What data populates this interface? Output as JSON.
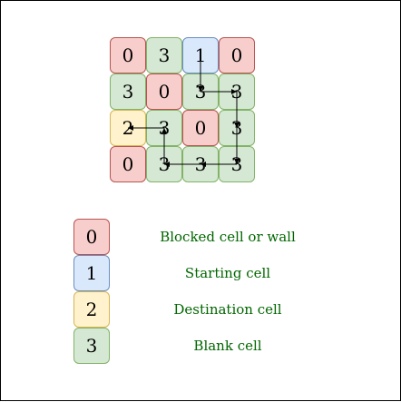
{
  "grid": {
    "rows": [
      [
        "0",
        "3",
        "1",
        "0"
      ],
      [
        "3",
        "0",
        "3",
        "3"
      ],
      [
        "2",
        "3",
        "0",
        "3"
      ],
      [
        "0",
        "3",
        "3",
        "3"
      ]
    ]
  },
  "path_cells": [
    [
      0,
      2
    ],
    [
      1,
      2
    ],
    [
      1,
      3
    ],
    [
      2,
      3
    ],
    [
      3,
      3
    ],
    [
      3,
      2
    ],
    [
      3,
      1
    ],
    [
      2,
      1
    ],
    [
      2,
      0
    ]
  ],
  "legend": {
    "items": [
      {
        "value": "0",
        "label": "Blocked cell or wall"
      },
      {
        "value": "1",
        "label": "Starting cell"
      },
      {
        "value": "2",
        "label": "Destination cell"
      },
      {
        "value": "3",
        "label": "Blank cell"
      }
    ]
  },
  "colors": {
    "blocked": "#f8cecc",
    "start": "#dae8fc",
    "destination": "#fff2cc",
    "blank": "#d5e8d4",
    "legend_text": "#006600"
  }
}
